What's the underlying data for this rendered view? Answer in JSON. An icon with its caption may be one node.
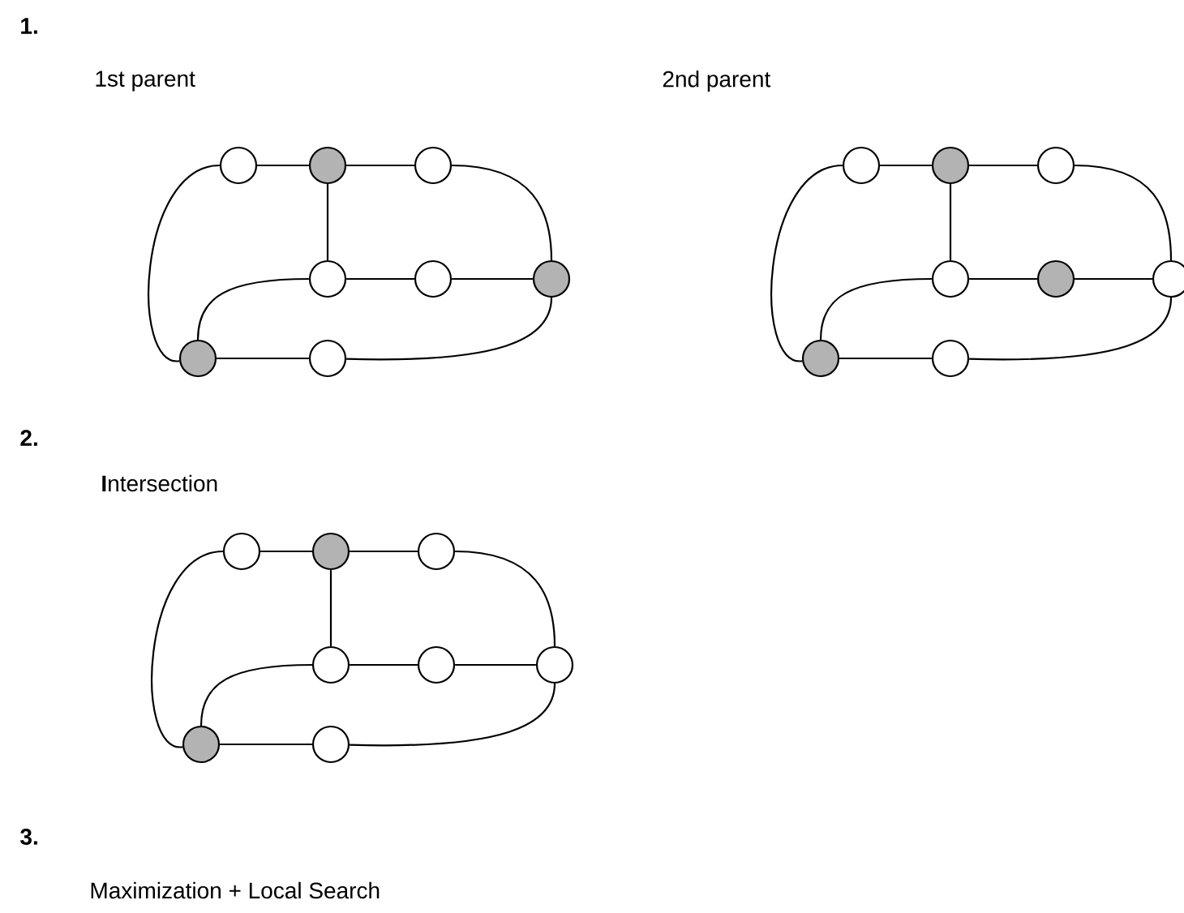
{
  "diagram": {
    "nodes": [
      {
        "text": [],
        "shape": "circle"
      },
      {
        "text": [],
        "shape": "circle"
      },
      {
        "text": [],
        "shape": "circle"
      },
      {
        "text": [],
        "shape": "circle"
      },
      {
        "text": [],
        "shape": "circle"
      },
      {
        "text": [],
        "shape": "circle"
      },
      {
        "text": [],
        "shape": "circle"
      },
      {
        "text": [],
        "shape": "circle"
      },
      {
        "text": [],
        "shape": "circle"
      },
      {
        "text": [],
        "shape": "circle"
      },
      {
        "text": [],
        "shape": "circle"
      },
      {
        "text": [],
        "shape": "circle"
      },
      {
        "text": [],
        "shape": "circle"
      },
      {
        "text": [],
        "shape": "circle"
      },
      {
        "text": [],
        "shape": "circle"
      },
      {
        "text": [],
        "shape": "circle"
      },
      {
        "text": [],
        "shape": "circle"
      },
      {
        "text": [],
        "shape": "circle"
      },
      {
        "text": [],
        "shape": "circle"
      },
      {
        "text": [],
        "shape": "circle"
      },
      {
        "text": [],
        "shape": "circle"
      },
      {
        "text": [],
        "shape": "circle"
      },
      {
        "text": [],
        "shape": "circle"
      },
      {
        "text": [],
        "shape": "circle"
      }
    ],
    "edges": [
      {
        "from": 0,
        "to": 1,
        "arrow": "none"
      },
      {
        "from": 1,
        "to": 2,
        "arrow": "none"
      },
      {
        "from": 0,
        "to": 6,
        "arrow": "none"
      },
      {
        "from": 2,
        "to": 5,
        "arrow": "none"
      },
      {
        "from": 1,
        "to": 3,
        "arrow": "none"
      },
      {
        "from": 3,
        "to": 4,
        "arrow": "none"
      },
      {
        "from": 4,
        "to": 5,
        "arrow": "none"
      },
      {
        "from": 3,
        "to": 6,
        "arrow": "none"
      },
      {
        "from": 6,
        "to": 7,
        "arrow": "none"
      },
      {
        "from": 7,
        "to": 5,
        "arrow": "none"
      },
      {
        "from": 8,
        "to": 9,
        "arrow": "none"
      },
      {
        "from": 9,
        "to": 10,
        "arrow": "none"
      },
      {
        "from": 8,
        "to": 14,
        "arrow": "none"
      },
      {
        "from": 10,
        "to": 13,
        "arrow": "none"
      },
      {
        "from": 9,
        "to": 11,
        "arrow": "none"
      },
      {
        "from": 11,
        "to": 12,
        "arrow": "none"
      },
      {
        "from": 12,
        "to": 13,
        "arrow": "none"
      },
      {
        "from": 11,
        "to": 14,
        "arrow": "none"
      },
      {
        "from": 14,
        "to": 15,
        "arrow": "none"
      },
      {
        "from": 15,
        "to": 13,
        "arrow": "none"
      },
      {
        "from": 16,
        "to": 17,
        "arrow": "none"
      },
      {
        "from": 17,
        "to": 18,
        "arrow": "none"
      },
      {
        "from": 16,
        "to": 22,
        "arrow": "none"
      },
      {
        "from": 18,
        "to": 21,
        "arrow": "none"
      },
      {
        "from": 17,
        "to": 19,
        "arrow": "none"
      },
      {
        "from": 19,
        "to": 20,
        "arrow": "none"
      },
      {
        "from": 20,
        "to": 21,
        "arrow": "none"
      },
      {
        "from": 19,
        "to": 22,
        "arrow": "none"
      },
      {
        "from": 22,
        "to": 23,
        "arrow": "none"
      },
      {
        "from": 23,
        "to": 21,
        "arrow": "none"
      }
    ],
    "labels": [
      "1.",
      "1st parent",
      "2nd parent",
      "2.",
      "**I**ntersection",
      "3.",
      "Maximization + Local Search"
    ]
  }
}
